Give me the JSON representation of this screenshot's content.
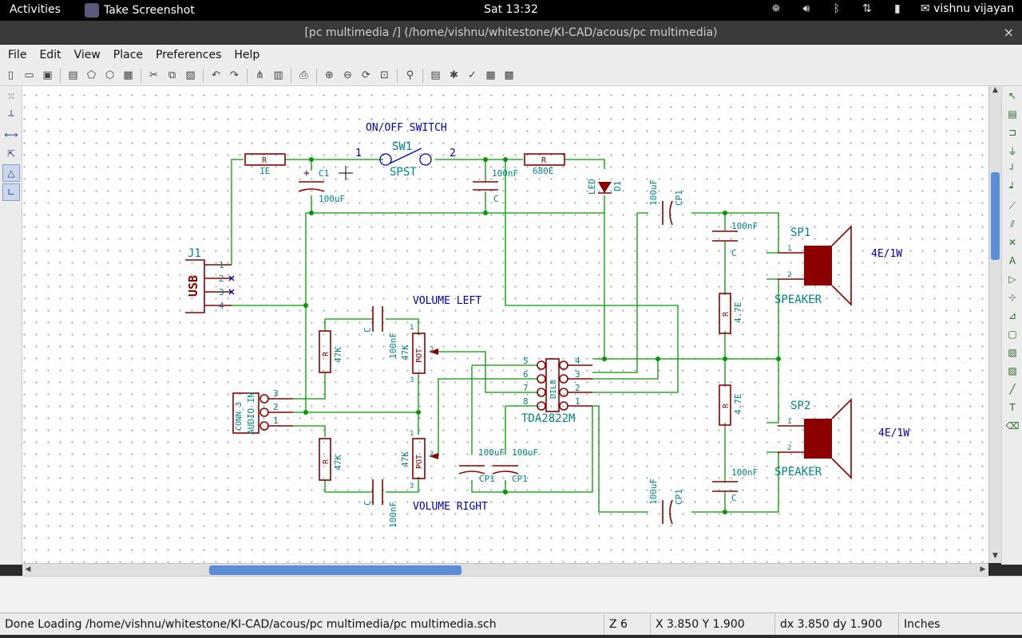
{
  "topbar": {
    "activities": "Activities",
    "app_name": "Take Screenshot",
    "clock": "Sat 13:32",
    "user": "vishnu vijayan",
    "tray_icons": [
      "accessibility-icon",
      "volume-icon",
      "bluetooth-icon",
      "network-icon",
      "battery-icon",
      "chat-icon"
    ]
  },
  "window": {
    "title": "[pc multimedia /] (/home/vishnu/whitestone/KI-CAD/acous/pc multimedia)",
    "close": "×"
  },
  "menu": {
    "items": [
      "File",
      "Edit",
      "View",
      "Place",
      "Preferences",
      "Help"
    ]
  },
  "toolbar": {
    "icons": [
      "new-icon",
      "open-icon",
      "save-icon",
      "page-settings-icon",
      "library-editor-icon",
      "library-browser-icon",
      "hierarchy-icon",
      "cut-icon",
      "copy-icon",
      "paste-icon",
      "undo-icon",
      "redo-icon",
      "netlist-icon",
      "bom-icon",
      "print-icon",
      "zoom-in-icon",
      "zoom-out-icon",
      "redraw-icon",
      "zoom-fit-icon",
      "find-icon",
      "annotate-icon",
      "erc-icon",
      "cvpcb-icon",
      "bill-icon",
      "pcbnew-icon"
    ]
  },
  "schematic": {
    "labels": {
      "on_off_switch": "ON/OFF SWITCH",
      "volume_left": "VOLUME LEFT",
      "volume_right": "VOLUME RIGHT",
      "sw1": "SW1",
      "spst": "SPST",
      "sw_pin1": "1",
      "sw_pin2": "2",
      "r_top_ref": "R",
      "r_top_val": "1E",
      "c1_ref": "C1",
      "c1_val": "100uF",
      "c_sw_val": "100nF",
      "c_sw_ref": "C",
      "r680_ref": "R",
      "r680_val": "680E",
      "led": "LED",
      "d1": "D1",
      "j1": "J1",
      "usb": "USB",
      "j1_p1": "1",
      "j1_p2": "2",
      "j1_p3": "3",
      "j1_p4": "4",
      "conn3": "CONN_3",
      "audio_in": "AUDIO IN",
      "a_p3": "3",
      "a_p2": "2",
      "a_p1": "1",
      "r47_top_ref": "R",
      "r47_top_val": "47K",
      "r47_bot_ref": "R",
      "r47_bot_val": "47K",
      "c_left_ref": "C",
      "c_left_val": "100nF",
      "c_right_ref": "C",
      "c_right_val": "100nF",
      "pot1": "POT",
      "pot1_val": "47K",
      "pot2": "POT",
      "pot2_val": "47K",
      "pot1_p1": "1",
      "pot1_p2": "2",
      "pot1_p3": "3",
      "pot2_p1": "1",
      "pot2_p2": "2",
      "pot2_p3": "3",
      "ic_ref": "DIL8",
      "ic_val": "TDA2822M",
      "ic_l5": "5",
      "ic_l6": "6",
      "ic_l7": "7",
      "ic_l8": "8",
      "ic_r4": "4",
      "ic_r3": "3",
      "ic_r2": "2",
      "ic_r1": "1",
      "cp_a_val": "100uF",
      "cp_a_ref": "CP1",
      "cp_b_val": "100uF",
      "cp_b_ref": "CP1",
      "cp_top_val": "100uF",
      "cp_top_ref": "CP1",
      "cp_bot_val": "100uF",
      "cp_bot_ref": "CP1",
      "c_sp1_val": "100nF",
      "c_sp1_ref": "C",
      "c_sp2_val": "100nF",
      "c_sp2_ref": "C",
      "r47e_top_ref": "R",
      "r47e_top_val": "4.7E",
      "r47e_bot_ref": "R",
      "r47e_bot_val": "4.7E",
      "sp1": "SP1",
      "sp1_label": "SPEAKER",
      "sp1_rating": "4E/1W",
      "sp2": "SP2",
      "sp2_label": "SPEAKER",
      "sp2_rating": "4E/1W",
      "sp_p1": "1",
      "sp_p2": "2",
      "sp2_p1": "1",
      "sp2_p2": "2"
    },
    "colors": {
      "wire": "#009a00",
      "component": "#8c0000",
      "text": "#0000b4",
      "ref": "#008484",
      "junction": "#009a00"
    }
  },
  "status": {
    "message": "Done Loading /home/vishnu/whitestone/KI-CAD/acous/pc multimedia/pc multimedia.sch",
    "zoom": "Z 6",
    "coords": "X 3.850  Y 1.900",
    "delta": "dx 3.850  dy 1.900",
    "units": "Inches"
  }
}
